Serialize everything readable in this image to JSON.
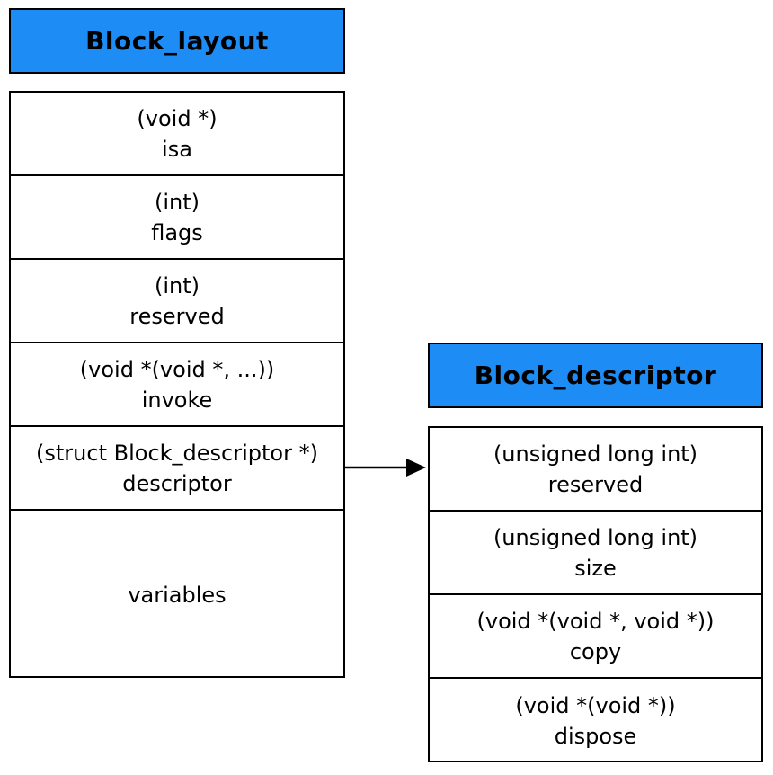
{
  "block_layout": {
    "title": "Block_layout",
    "fields": [
      {
        "type": "(void *)",
        "name": "isa"
      },
      {
        "type": "(int)",
        "name": "flags"
      },
      {
        "type": "(int)",
        "name": "reserved"
      },
      {
        "type": "(void *(void *, ...))",
        "name": "invoke"
      },
      {
        "type": "(struct Block_descriptor *)",
        "name": "descriptor"
      },
      {
        "type": "",
        "name": "variables"
      }
    ]
  },
  "block_descriptor": {
    "title": "Block_descriptor",
    "fields": [
      {
        "type": "(unsigned long int)",
        "name": "reserved"
      },
      {
        "type": "(unsigned long int)",
        "name": "size"
      },
      {
        "type": "(void *(void *, void *))",
        "name": "copy"
      },
      {
        "type": "(void *(void *))",
        "name": "dispose"
      }
    ]
  },
  "colors": {
    "header_fill": "#1e8cf5",
    "border": "#000000",
    "background": "#ffffff"
  }
}
